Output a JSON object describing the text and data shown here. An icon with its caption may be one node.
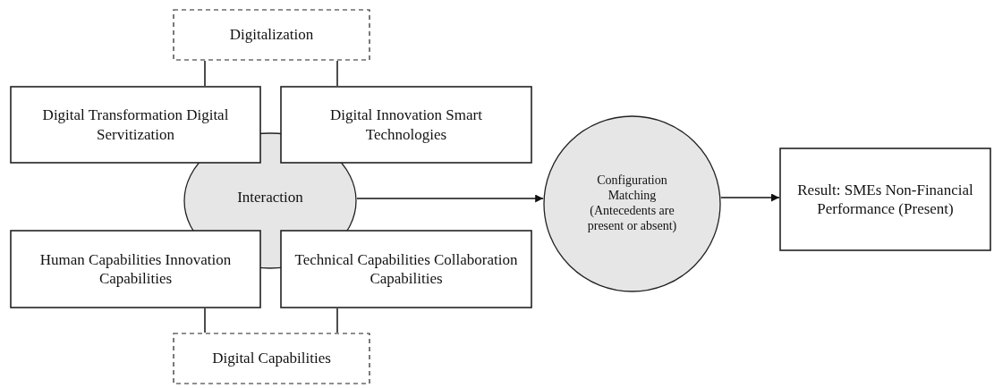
{
  "diagram": {
    "nodes": [
      {
        "text": [
          "Digitalization"
        ]
      },
      {
        "text": [
          "Digital Transformation Digital Servitization"
        ]
      },
      {
        "text": [
          "Digital Innovation Smart Technologies"
        ]
      },
      {
        "text": [
          "Interaction"
        ]
      },
      {
        "text": [
          "Human Capabilities Innovation Capabilities"
        ]
      },
      {
        "text": [
          "Technical Capabilities Collaboration Capabilities"
        ]
      },
      {
        "text": [
          "Digital Capabilities"
        ]
      },
      {
        "text": [
          "Configuration Matching (Antecedents are present or absent)"
        ]
      },
      {
        "text": [
          "Result: SMEs Non-Financial Performance (Present)"
        ]
      }
    ],
    "edges": [
      {
        "from": 0,
        "to": 1,
        "arrow": "none"
      },
      {
        "from": 0,
        "to": 2,
        "arrow": "none"
      },
      {
        "from": 6,
        "to": 4,
        "arrow": "none"
      },
      {
        "from": 6,
        "to": 5,
        "arrow": "none"
      },
      {
        "from": 3,
        "to": 7,
        "arrow": "to"
      },
      {
        "from": 7,
        "to": 8,
        "arrow": "to"
      }
    ]
  }
}
